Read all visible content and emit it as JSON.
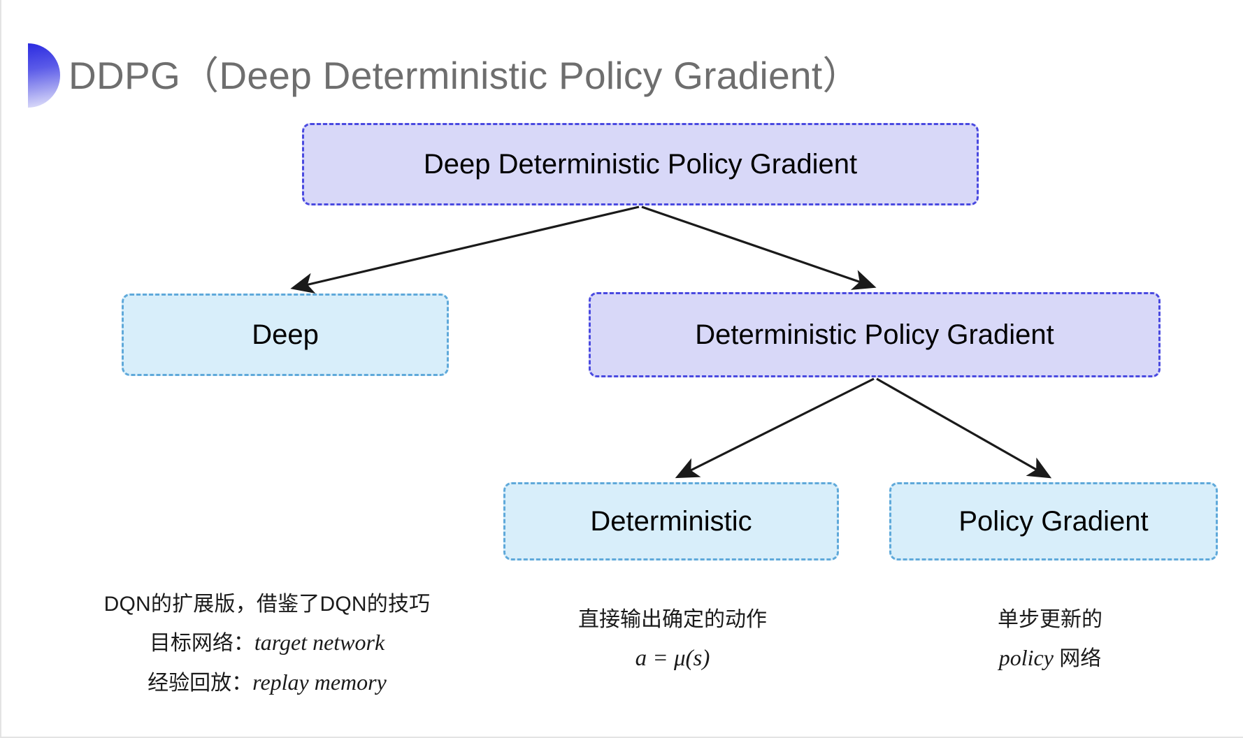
{
  "slide": {
    "title": "DDPG（Deep Deterministic Policy Gradient）",
    "background_color": "#ffffff",
    "accent_color": "#3a3ae0"
  },
  "diagram": {
    "type": "tree",
    "nodes": [
      {
        "id": "root",
        "label": "Deep Deterministic Policy Gradient",
        "fill": "#d8d8f8",
        "border": "#4a4ae0",
        "level": 0
      },
      {
        "id": "deep",
        "label": "Deep",
        "fill": "#d8eefa",
        "border": "#5fa9da",
        "level": 1
      },
      {
        "id": "dpg",
        "label": "Deterministic Policy Gradient",
        "fill": "#d8d8f8",
        "border": "#4a4ae0",
        "level": 1
      },
      {
        "id": "deterministic",
        "label": "Deterministic",
        "fill": "#d8eefa",
        "border": "#5fa9da",
        "level": 2
      },
      {
        "id": "policy_gradient",
        "label": "Policy Gradient",
        "fill": "#d8eefa",
        "border": "#5fa9da",
        "level": 2
      }
    ],
    "edges": [
      {
        "from": "root",
        "to": "deep"
      },
      {
        "from": "root",
        "to": "dpg"
      },
      {
        "from": "dpg",
        "to": "deterministic"
      },
      {
        "from": "dpg",
        "to": "policy_gradient"
      }
    ]
  },
  "captions": {
    "left": {
      "line1": "DQN的扩展版，借鉴了DQN的技巧",
      "line2_label": "目标网络：",
      "line2_term": "target network",
      "line3_label": "经验回放：",
      "line3_term": "replay memory"
    },
    "middle": {
      "line1": "直接输出确定的动作",
      "formula": "a = μ(s)"
    },
    "right": {
      "line1": "单步更新的",
      "line2_term": "policy",
      "line2_suffix": " 网络"
    }
  }
}
